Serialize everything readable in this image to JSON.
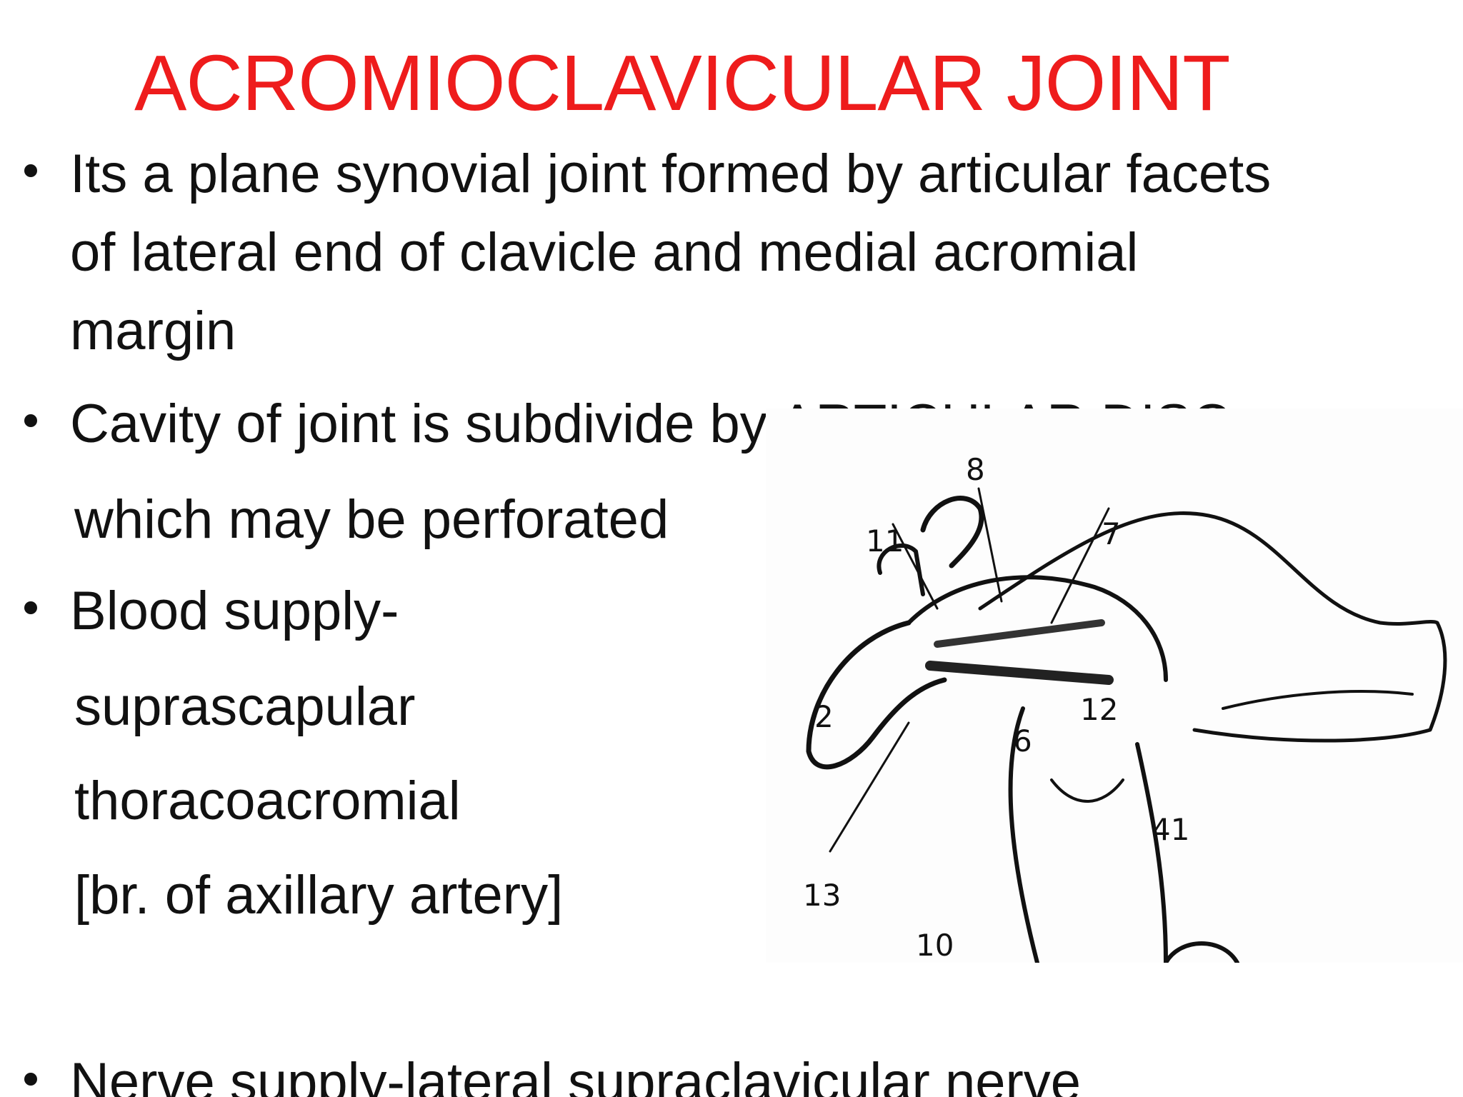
{
  "slide": {
    "title": "ACROMIOCLAVICULAR JOINT",
    "bullets": [
      {
        "lines": [
          "Its a plane synovial joint formed by articular facets",
          "of lateral end of clavicle and medial acromial",
          "margin"
        ]
      },
      {
        "lines": [
          "Cavity of joint is subdivide by ARTICULAR DISC",
          " which may be perforated"
        ]
      },
      {
        "lines": [
          "Blood supply-",
          " suprascapular",
          " thoracoacromial",
          "[br. of axillary artery]"
        ]
      },
      {
        "lines": [
          "Nerve supply-lateral supraclavicular nerve"
        ]
      }
    ]
  },
  "figure": {
    "labels": [
      "8",
      "11",
      "7",
      "2",
      "12",
      "6",
      "41",
      "13",
      "10"
    ]
  },
  "colors": {
    "title": "#ee1c1c",
    "text": "#111111",
    "background": "#ffffff"
  }
}
